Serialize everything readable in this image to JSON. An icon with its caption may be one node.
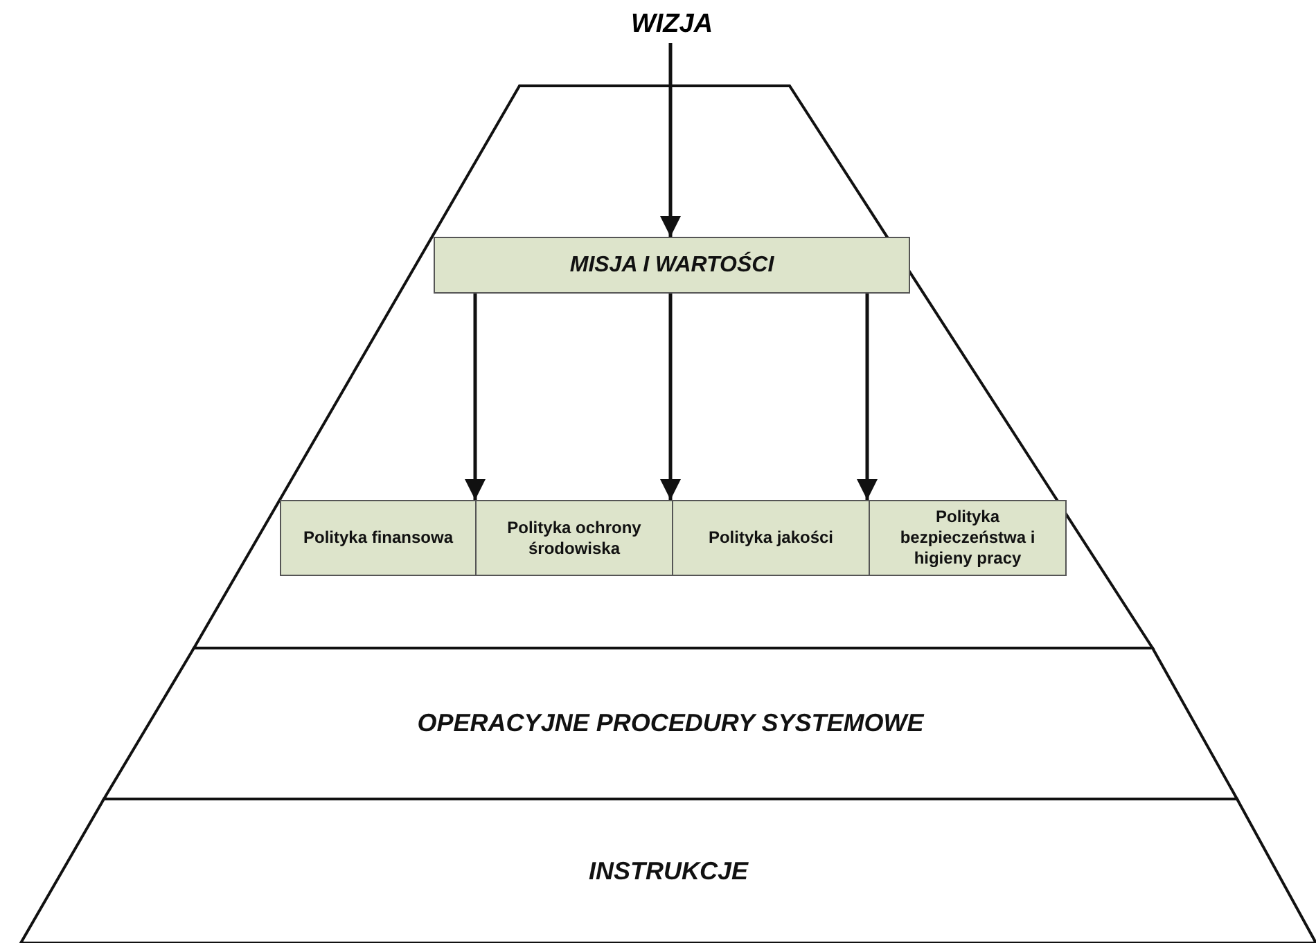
{
  "diagram": {
    "nodes": [
      {
        "text": [
          "WIZJA"
        ]
      },
      {
        "text": [],
        "shape": "trapezoid"
      },
      {
        "text": [
          "MISJA I WARTOŚCI"
        ],
        "in": 1
      },
      {
        "text": [
          "Polityka finansowa"
        ],
        "in": 1
      },
      {
        "text": [
          "Polityka ochrony środowiska"
        ],
        "in": 1
      },
      {
        "text": [
          "Polityka jakości"
        ],
        "in": 1
      },
      {
        "text": [
          "Polityka bezpieczeństwa i higieny pracy"
        ],
        "in": 1
      },
      {
        "text": [
          "OPERACYJNE PROCEDURY SYSTEMOWE"
        ]
      },
      {
        "text": [
          "INSTRUKCJE"
        ]
      }
    ],
    "edges": [
      {
        "from": 0,
        "to": 2,
        "arrow": "to"
      },
      {
        "from": 2,
        "to": 3,
        "arrow": "to"
      },
      {
        "from": 2,
        "to": 4,
        "arrow": "to"
      },
      {
        "from": 2,
        "to": 5,
        "arrow": "to"
      }
    ]
  }
}
